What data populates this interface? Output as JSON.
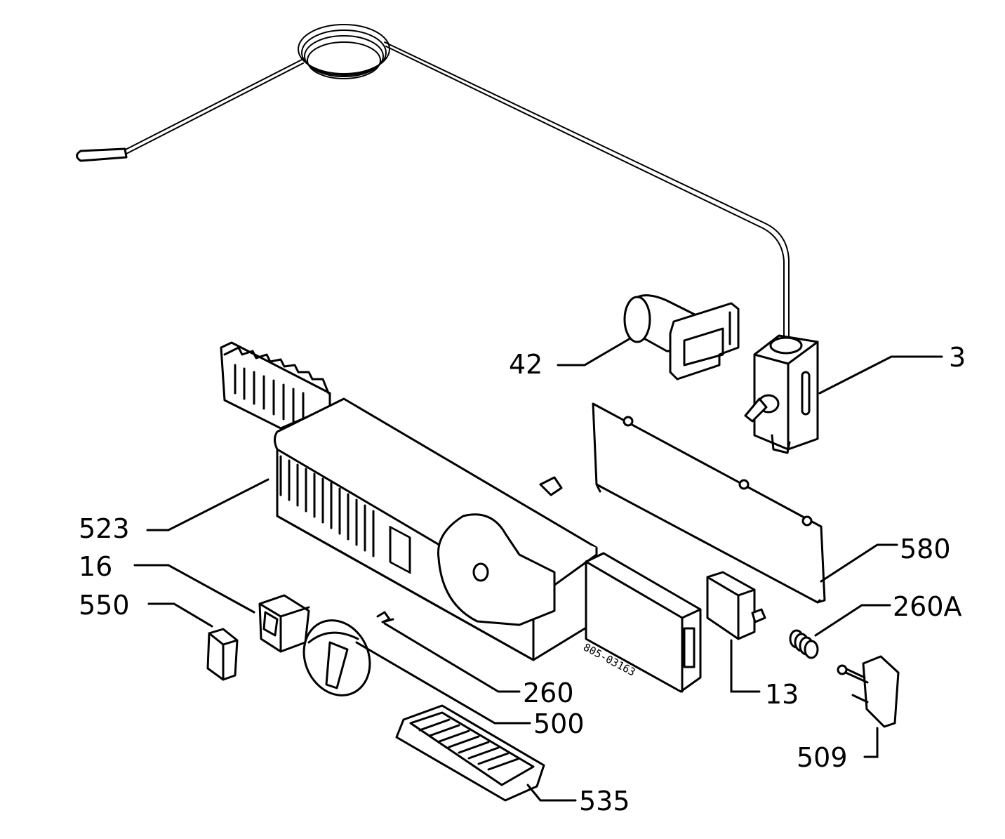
{
  "labels": {
    "l3": "3",
    "l42": "42",
    "l523": "523",
    "l580": "580",
    "l16": "16",
    "l550": "550",
    "l260": "260",
    "l260A": "260A",
    "l500": "500",
    "l13": "13",
    "l509": "509",
    "l535": "535"
  },
  "stamp_text": "805-03163"
}
